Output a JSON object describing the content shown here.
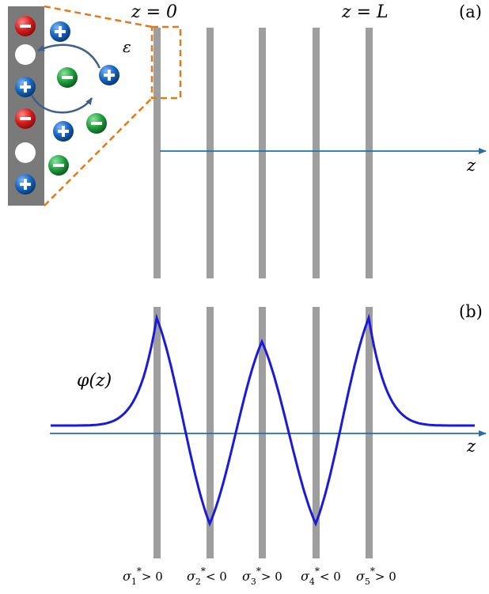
{
  "panel_a": {
    "tag": "(a)",
    "left_label": "z = 0",
    "right_label": "z = L",
    "axis_label": "z",
    "epsilon_label": "ε",
    "inset_ions": [
      {
        "type": "neg",
        "color": "#d81b1b"
      },
      {
        "type": "pos",
        "color": "#1565c0"
      },
      {
        "type": "vacancy",
        "color": "#ffffff"
      },
      {
        "type": "neg",
        "color": "#1e9e3c"
      },
      {
        "type": "pos",
        "color": "#1565c0"
      },
      {
        "type": "pos",
        "color": "#1565c0"
      },
      {
        "type": "neg",
        "color": "#d81b1b"
      },
      {
        "type": "pos",
        "color": "#1565c0"
      },
      {
        "type": "neg",
        "color": "#1e9e3c"
      },
      {
        "type": "vacancy",
        "color": "#ffffff"
      },
      {
        "type": "neg",
        "color": "#1e9e3c"
      },
      {
        "type": "pos",
        "color": "#1565c0"
      }
    ]
  },
  "panel_b": {
    "tag": "(b)",
    "curve_label": "φ(z)",
    "axis_label": "z"
  },
  "plates": [
    {
      "name": "σ1*",
      "sub": "1",
      "sign": "> 0"
    },
    {
      "name": "σ2*",
      "sub": "2",
      "sign": "< 0"
    },
    {
      "name": "σ3*",
      "sub": "3",
      "sign": "> 0"
    },
    {
      "name": "σ4*",
      "sub": "4",
      "sign": "< 0"
    },
    {
      "name": "σ5*",
      "sub": "5",
      "sign": "> 0"
    }
  ],
  "colors": {
    "plate": "#9e9e9e",
    "axis": "#1f6fb2",
    "curve": "#1a1adb",
    "inset_border": "#e07b1d",
    "wall": "#7a7a7a",
    "arrow": "#3d5f8a"
  }
}
